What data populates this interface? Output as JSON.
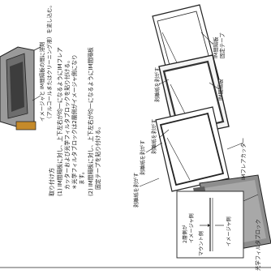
{
  "labels": {
    "alcohol_note_1": "イメージャと IM間隔板の間に溶剤",
    "alcohol_note_2": "（アルコールまたはクリーニング液）を流し込む。",
    "how_to_title": "取り付け方",
    "step1_line1": "(1) IM間隔板に対し、上下左右が均一になるようにIMフレア",
    "step1_line2": "カッターおよび光学フィルタブロックを貼り付ける。",
    "step1_line3": "＊光学フィルタブロックは2層側がイメージャ側になり",
    "step1_line4": "ます。",
    "step2_line1": "(2) IM間隔板に対し、上下左右が均一になるようにIM間隔板",
    "step2_line2": "固定テープを貼り付ける。",
    "tape_label_1": "IM間隔板",
    "tape_label_2": "固定テープ",
    "spacer_label": "IM間隔板",
    "peel_1": "剥離紙を剥がす",
    "peel_2": "剥離紙を剥がす",
    "peel_3": "剥離紙を剥がす",
    "peel_4": "剥離紙を剥がす",
    "flare_cutter": "IMフレアカッター",
    "filter_block": "光学フィルタブロック",
    "side_two_layer": "2層側が",
    "side_imager": "イメージャ側",
    "mount_side": "マウント側",
    "imager_side": "イメージャ側"
  }
}
